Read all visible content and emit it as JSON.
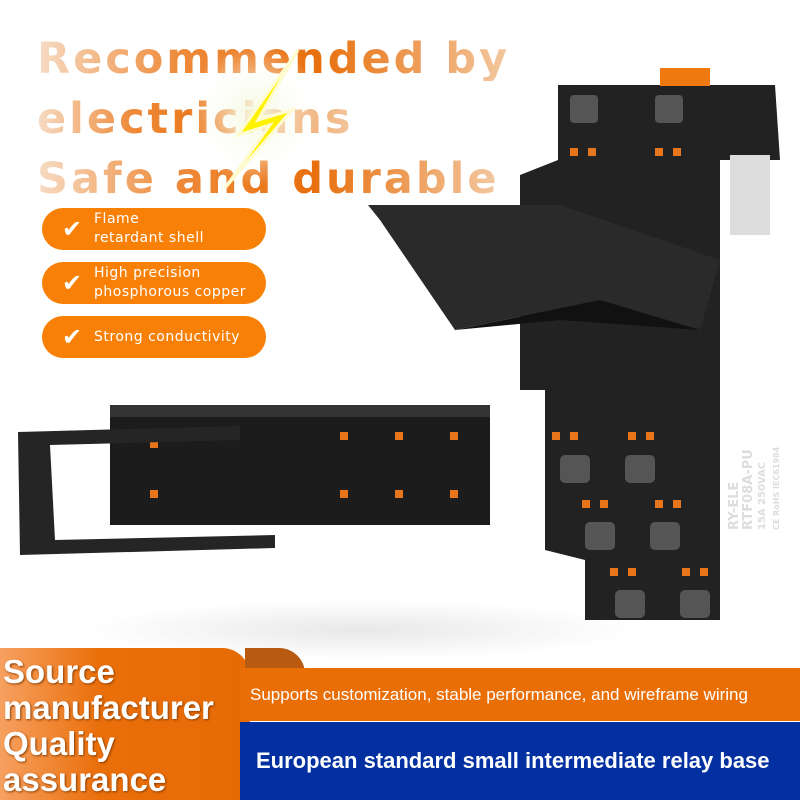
{
  "headline": [
    "Recommended by",
    "electricians",
    "Safe and durable"
  ],
  "features": [
    {
      "icon": "check-icon",
      "lines": [
        "Flame",
        "retardant shell"
      ]
    },
    {
      "icon": "check-icon",
      "lines": [
        "High precision",
        "phosphorous copper"
      ]
    },
    {
      "icon": "check-icon",
      "lines": [
        "Strong conductivity"
      ]
    }
  ],
  "product_label": {
    "brand": "RY-ELE",
    "model": "RTF08A-PU",
    "rating": "15A  250VAC",
    "certs": "CE RoHS IEC61984"
  },
  "bottom": {
    "left_lines": [
      "Source",
      "manufacturer",
      "Quality",
      "assurance"
    ],
    "band_orange": "Supports customization, stable performance, and wireframe wiring",
    "band_blue": "European standard small intermediate relay base"
  },
  "colors": {
    "orange": "#f98006",
    "blue": "#0230a0",
    "bolt": "#fff200"
  }
}
